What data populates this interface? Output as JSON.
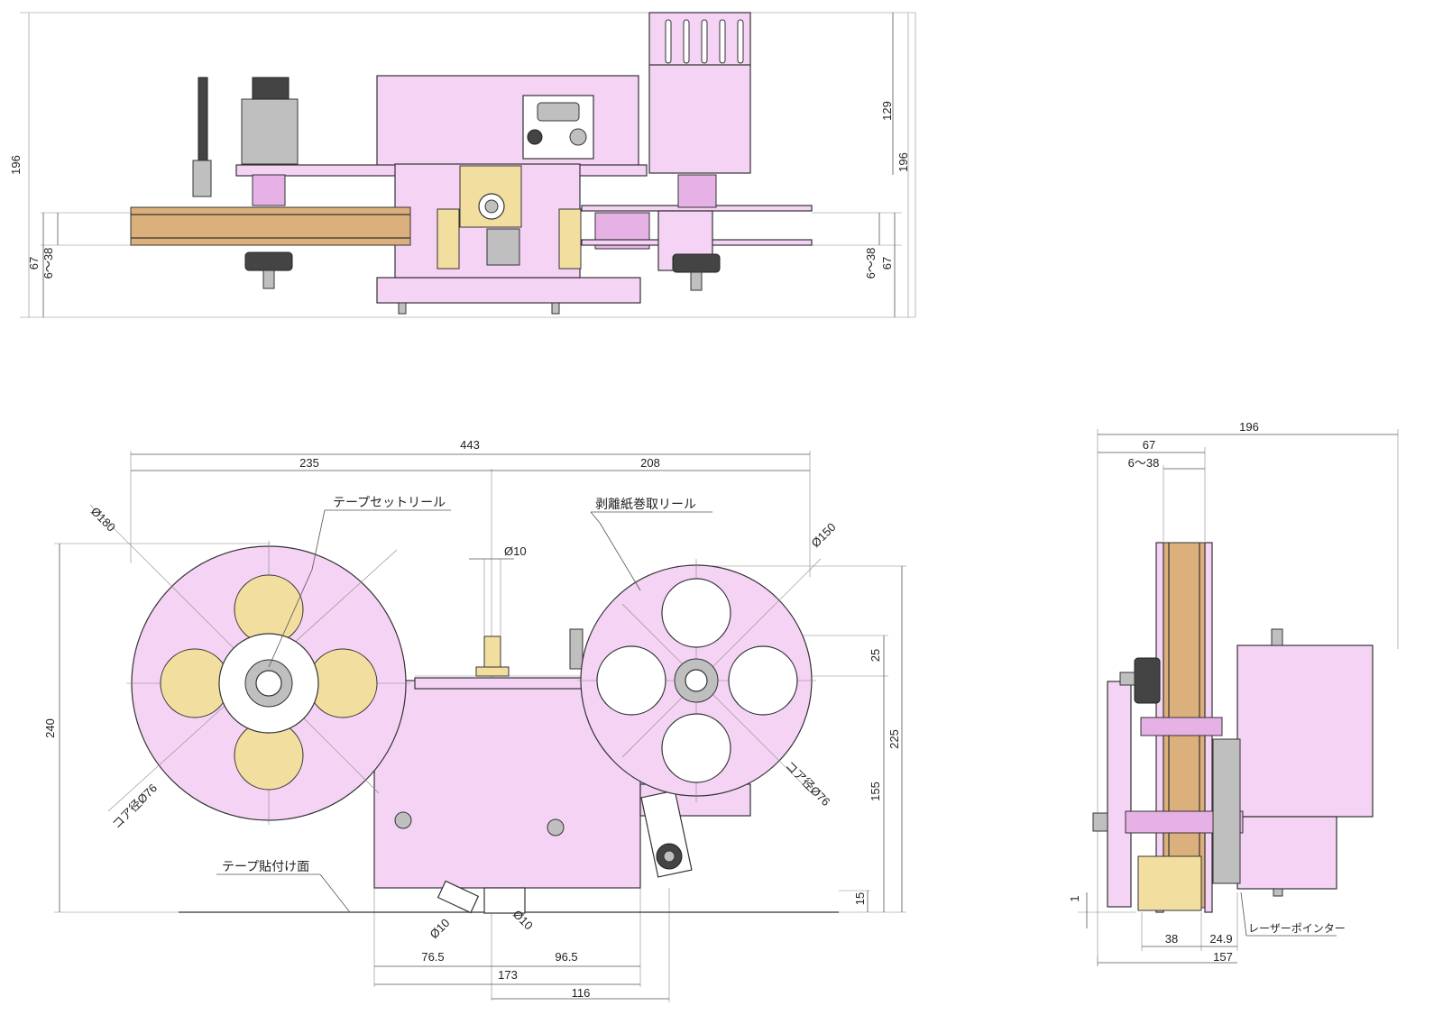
{
  "labels": {
    "tape_set_reel": "テープセットリール",
    "liner_rewind_reel": "剥離紙巻取リール",
    "tape_apply_surface": "テープ貼付け面",
    "laser_pointer": "レーザーポインター",
    "core_dia_left": "コア径Ø76",
    "core_dia_right": "コア径Ø76",
    "dia_180": "Ø180",
    "dia_150": "Ø150",
    "dia_10_top": "Ø10",
    "dia_10_a": "Ø10",
    "dia_10_b": "Ø10"
  },
  "top_view": {
    "dims": {
      "height_left": "196",
      "height_right": "196",
      "h129": "129",
      "w67_left": "67",
      "range_left": "6～38",
      "w67_right": "67",
      "range_right": "6～38"
    }
  },
  "front_view": {
    "dims": {
      "total_width": "443",
      "left_width": "235",
      "right_width": "208",
      "height_240": "240",
      "d25": "25",
      "d225": "225",
      "d155": "155",
      "d15": "15",
      "b76_5": "76.5",
      "b96_5": "96.5",
      "b173": "173",
      "b116": "116"
    }
  },
  "side_view": {
    "dims": {
      "width_196": "196",
      "w67": "67",
      "range": "6～38",
      "d1": "1",
      "d38": "38",
      "d24_9": "24.9",
      "d157": "157"
    }
  },
  "colors": {
    "body": "#f4d3f4",
    "accent_pink": "#e6b2e6",
    "gold": "#f2dfa0",
    "tape": "#dcb07c"
  }
}
